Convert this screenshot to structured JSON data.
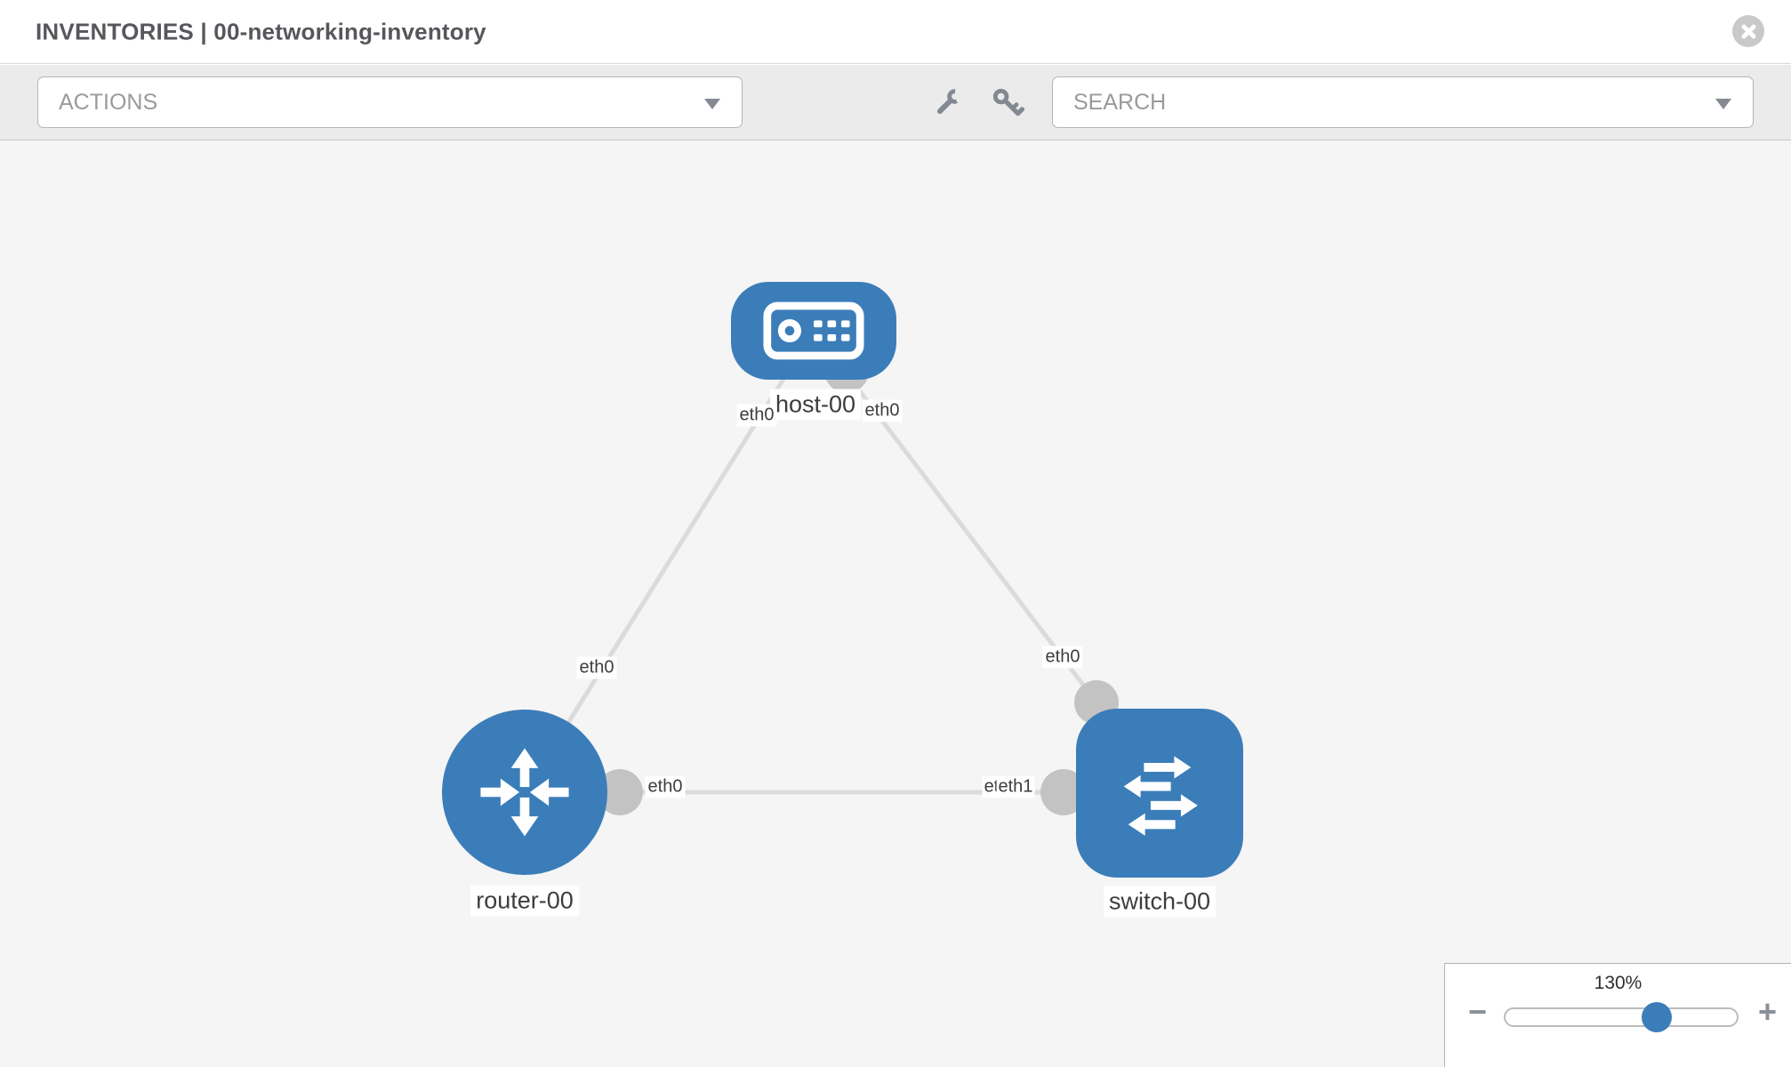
{
  "header": {
    "title": "INVENTORIES | 00-networking-inventory"
  },
  "toolbar": {
    "actions_label": "ACTIONS",
    "search_placeholder": "SEARCH"
  },
  "icons": {
    "close": "circle-x",
    "wrench": "wrench",
    "key": "key",
    "actions_caret": "caret-down",
    "search_caret": "caret-down"
  },
  "topology": {
    "nodes": [
      {
        "id": "host-00",
        "label": "host-00",
        "type": "host"
      },
      {
        "id": "router-00",
        "label": "router-00",
        "type": "router"
      },
      {
        "id": "switch-00",
        "label": "switch-00",
        "type": "switch"
      }
    ],
    "links": [
      {
        "from": "host-00",
        "to": "router-00",
        "from_if": "eth0",
        "to_if": "eth0"
      },
      {
        "from": "host-00",
        "to": "switch-00",
        "from_if": "eth0",
        "to_if": "eth0"
      },
      {
        "from": "router-00",
        "to": "switch-00",
        "from_if": "eth0",
        "to_if": "eth1"
      }
    ],
    "overlapped_interface_labels": {
      "under": "eth0",
      "over": "eth1"
    }
  },
  "zoom_control": {
    "level": "130%",
    "minus_label": "−",
    "plus_label": "+"
  },
  "colors": {
    "node_blue": "#3b7db9",
    "link_gray": "#dbdbdb",
    "connector_gray": "#c3c3c3",
    "canvas_bg": "#f5f5f5",
    "toolbar_bg": "#ebebeb"
  }
}
